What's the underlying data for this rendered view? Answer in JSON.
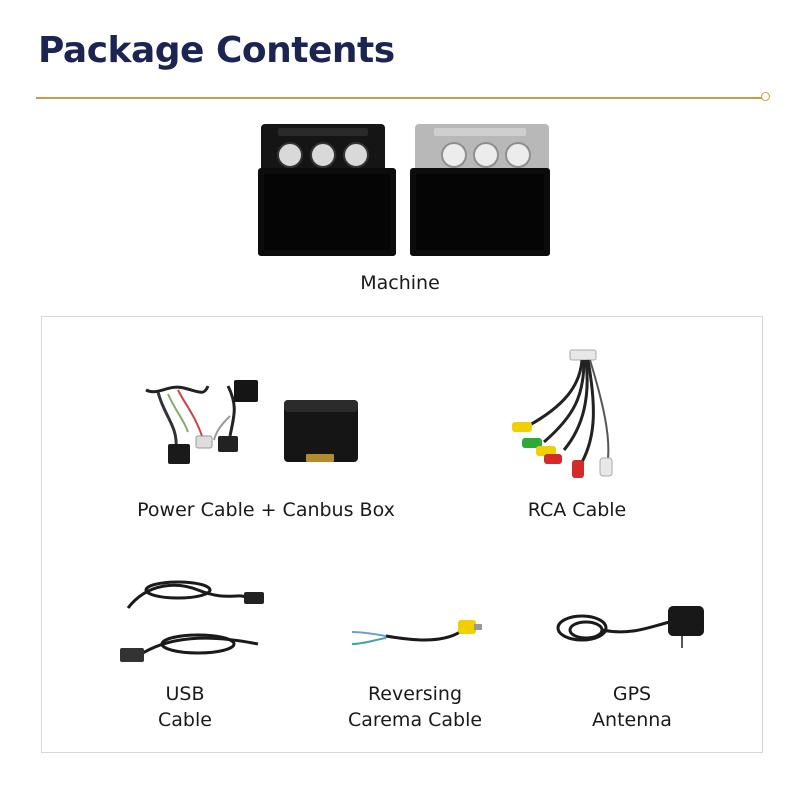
{
  "header": {
    "title": "Package Contents"
  },
  "colors": {
    "title": "#1c2451",
    "accent_line": "#c99a49",
    "box_border": "#d7d7d7"
  },
  "items": {
    "machine": {
      "label": "Machine"
    },
    "power_cable": {
      "label": "Power Cable + Canbus Box"
    },
    "rca_cable": {
      "label": "RCA Cable"
    },
    "usb_cable": {
      "line1": "USB",
      "line2": "Cable"
    },
    "reversing_cable": {
      "line1": "Reversing",
      "line2": "Carema Cable"
    },
    "gps_antenna": {
      "line1": "GPS",
      "line2": "Antenna"
    }
  }
}
